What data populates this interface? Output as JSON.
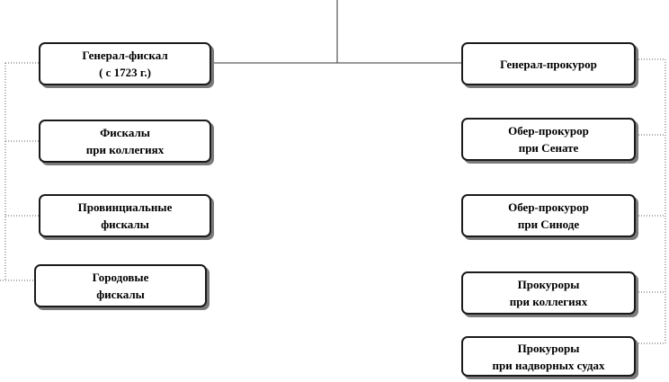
{
  "diagram": {
    "colors": {
      "box_border": "#1a1a1a",
      "box_shadow": "#7a7a7a",
      "line": "#333333",
      "dotted_line": "#555555"
    },
    "left_column": [
      {
        "id": "general-fiscal",
        "lines": [
          "Генерал-фискал",
          "( с 1723 г.)"
        ]
      },
      {
        "id": "fiscals-collegia",
        "lines": [
          "Фискалы",
          "при коллегиях"
        ]
      },
      {
        "id": "provincial-fiscals",
        "lines": [
          "Провинциальные",
          "фискалы"
        ]
      },
      {
        "id": "city-fiscals",
        "lines": [
          "Городовые",
          "фискалы"
        ]
      }
    ],
    "right_column": [
      {
        "id": "general-prosecutor",
        "lines": [
          "Генерал-прокурор"
        ]
      },
      {
        "id": "chief-prosecutor-senate",
        "lines": [
          "Обер-прокурор",
          "при Сенате"
        ]
      },
      {
        "id": "chief-prosecutor-synod",
        "lines": [
          "Обер-прокурор",
          "при Синоде"
        ]
      },
      {
        "id": "prosecutors-collegia",
        "lines": [
          "Прокуроры",
          "при коллегиях"
        ]
      },
      {
        "id": "prosecutors-courts",
        "lines": [
          "Прокуроры",
          "при надворных судах"
        ]
      }
    ]
  }
}
